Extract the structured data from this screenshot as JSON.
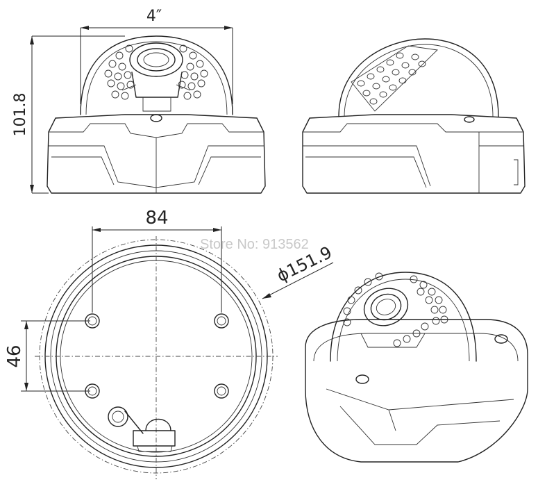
{
  "dimensions": {
    "width_label": "4″",
    "height_label": "101.8",
    "mount_width_label": "84",
    "mount_height_label": "46",
    "diameter_label": "ϕ151.9"
  },
  "watermark": "Store No: 913562",
  "colors": {
    "line": "#222222",
    "watermark": "#c8c8c8",
    "background": "#ffffff"
  }
}
